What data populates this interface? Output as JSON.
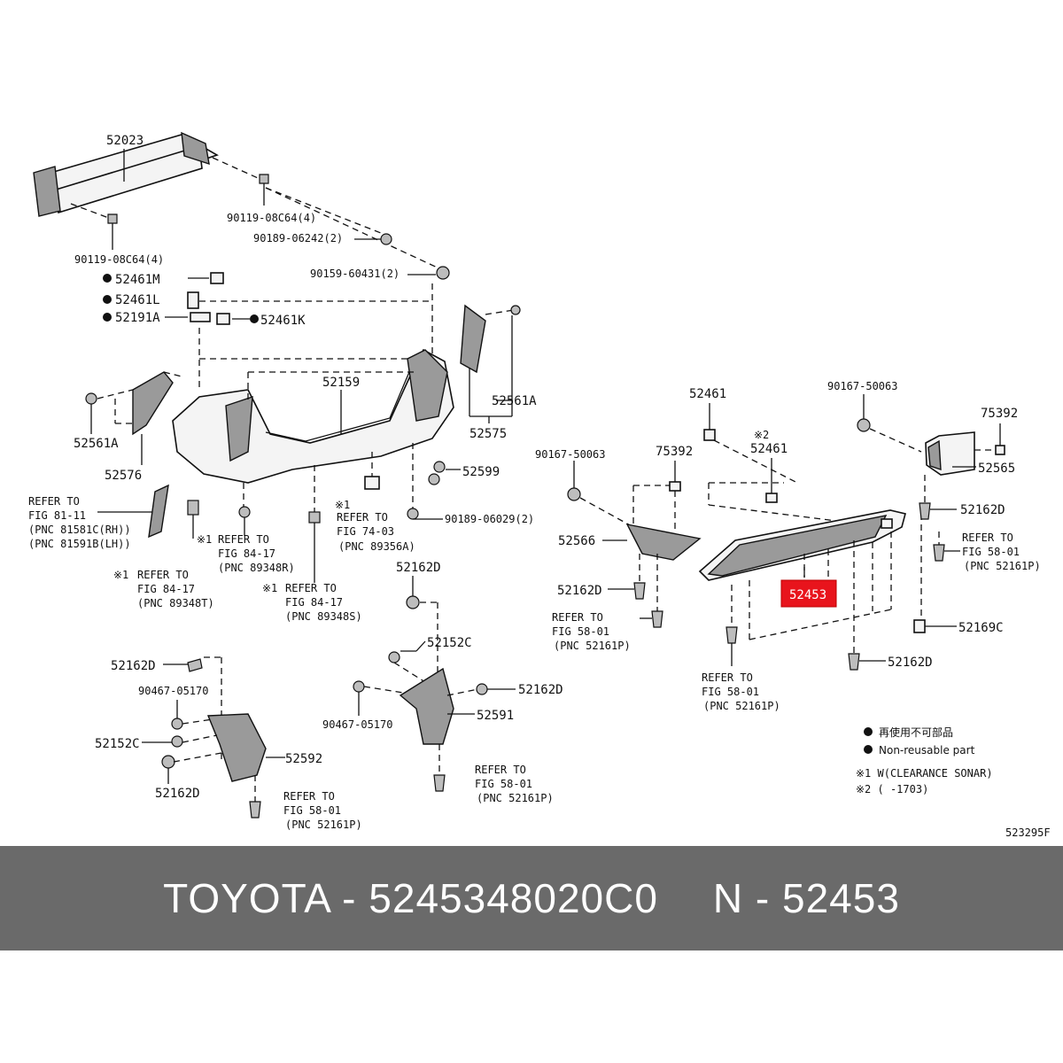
{
  "labels": {
    "p52023": "52023",
    "p90119_r": "90119-08C64(4)",
    "p90119_l": "90119-08C64(4)",
    "p90189_a": "90189-06242(2)",
    "p90159": "90159-60431(2)",
    "p52461M": "52461M",
    "p52461L": "52461L",
    "p52191A": "52191A",
    "p52461K": "52461K",
    "p52159": "52159",
    "p52561A_r": "52561A",
    "p52575": "52575",
    "p52561A_l": "52561A",
    "p52576": "52576",
    "p52599": "52599",
    "p90189_b": "90189-06029(2)",
    "p52461_a": "52461",
    "p52461_b": "52461",
    "p90167_r": "90167-50063",
    "p75392_r": "75392",
    "p90167_l": "90167-50063",
    "p75392_l": "75392",
    "p52565": "52565",
    "p52162D_1": "52162D",
    "p52566": "52566",
    "p52162D_2": "52162D",
    "p52453": "52453",
    "p52169C": "52169C",
    "p52162D_3": "52162D",
    "p52162D_4": "52162D",
    "p52162D_5": "52162D",
    "p52152C_r": "52152C",
    "p52162D_6": "52162D",
    "p52591": "52591",
    "p90467_r": "90467-05170",
    "p90467_l": "90467-05170",
    "p52152C_l": "52152C",
    "p52592": "52592",
    "p52162D_7": "52162D",
    "mark1": "※1",
    "mark2": "※2"
  },
  "refs": {
    "r1": [
      "REFER TO",
      "FIG 81-11",
      "(PNC 81581C(RH))",
      "(PNC 81591B(LH))"
    ],
    "r2": [
      "REFER TO",
      "FIG 84-17",
      "(PNC 89348R)"
    ],
    "r3": [
      "REFER TO",
      "FIG 84-17",
      "(PNC 89348T)"
    ],
    "r4": [
      "REFER TO",
      "FIG 84-17",
      "(PNC 89348S)"
    ],
    "r5": [
      "REFER TO",
      "FIG 74-03",
      "(PNC 89356A)"
    ],
    "r6": [
      "REFER TO",
      "FIG 58-01",
      "(PNC 52161P)"
    ],
    "r7": [
      "REFER TO",
      "FIG 58-01",
      "(PNC 52161P)"
    ],
    "r8": [
      "REFER TO",
      "FIG 58-01",
      "(PNC 52161P)"
    ],
    "r9": [
      "REFER TO",
      "FIG 58-01",
      "(PNC 52161P)"
    ],
    "r10": [
      "REFER TO",
      "FIG 58-01",
      "(PNC 52161P)"
    ]
  },
  "legend": {
    "jp": "再使用不可部品",
    "en": "Non-reusable part",
    "note1": "※1 W(CLEARANCE SONAR)",
    "note2": "※2 (      -1703)"
  },
  "figure_code": "523295F",
  "banner": {
    "left": "TOYOTA - 5245348020C0",
    "right": "N - 52453"
  },
  "colors": {
    "highlight": "#e8141c",
    "banner_bg": "#6a6a6a",
    "banner_text": "#ffffff"
  }
}
